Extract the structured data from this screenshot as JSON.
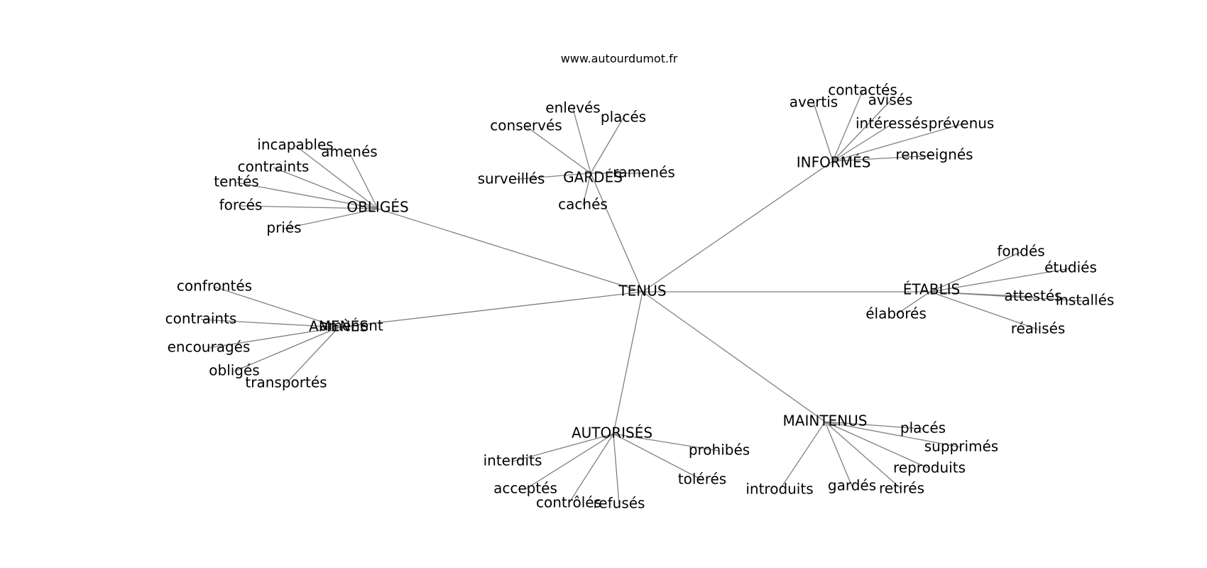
{
  "source": "www.autourdumot.fr",
  "root": "TENUS",
  "groups": [
    {
      "id": "obliges",
      "label": "OBLIGÉS",
      "leaves": [
        "incapables",
        "amenés",
        "contraints",
        "tentés",
        "forcés",
        "priés"
      ]
    },
    {
      "id": "gardes",
      "label": "GARDÉS",
      "leaves": [
        "enlevés",
        "placés",
        "conservés",
        "surveillés",
        "ramenés",
        "cachés"
      ]
    },
    {
      "id": "informes",
      "label": "INFORMÉS",
      "leaves": [
        "avertis",
        "contactés",
        "avisés",
        "intéressés",
        "prévenus",
        "renseignés"
      ]
    },
    {
      "id": "etablis",
      "label": "ÉTABLIS",
      "leaves": [
        "fondés",
        "étudiés",
        "attestés",
        "installés",
        "élaborés",
        "réalisés"
      ]
    },
    {
      "id": "amenes",
      "label": "AMENÉS",
      "leaves": [
        "confrontés",
        "contraints",
        "amènent",
        "encouragés",
        "obligés",
        "transportés"
      ]
    },
    {
      "id": "maintenus",
      "label": "MAINTENUS",
      "leaves": [
        "placés",
        "supprimés",
        "reproduits",
        "introduits",
        "gardés",
        "retirés"
      ]
    },
    {
      "id": "autorises",
      "label": "AUTORISÉS",
      "leaves": [
        "interdits",
        "prohibés",
        "acceptés",
        "tolérés",
        "contrôlés",
        "refusés"
      ]
    }
  ]
}
